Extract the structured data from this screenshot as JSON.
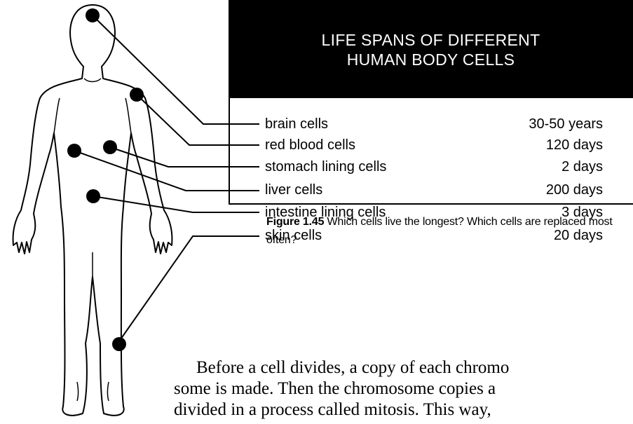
{
  "table": {
    "title_line1": "LIFE SPANS OF DIFFERENT",
    "title_line2": "HUMAN BODY CELLS",
    "rows": [
      {
        "cell": "brain cells",
        "lifespan": "30-50 years"
      },
      {
        "cell": "red blood cells",
        "lifespan": "120 days"
      },
      {
        "cell": "stomach lining cells",
        "lifespan": "2 days"
      },
      {
        "cell": "liver cells",
        "lifespan": "200 days"
      },
      {
        "cell": "intestine lining cells",
        "lifespan": "3 days"
      },
      {
        "cell": "skin cells",
        "lifespan": "20 days"
      }
    ]
  },
  "caption": {
    "label": "Figure 1.45",
    "text": " Which cells live the longest? Which cells are replaced most often?"
  },
  "body_text": {
    "line1": "Before a cell divides, a copy of each chromo",
    "line2": "some is made. Then the chromosome copies a",
    "line3": "divided in a process called mitosis. This way,"
  }
}
